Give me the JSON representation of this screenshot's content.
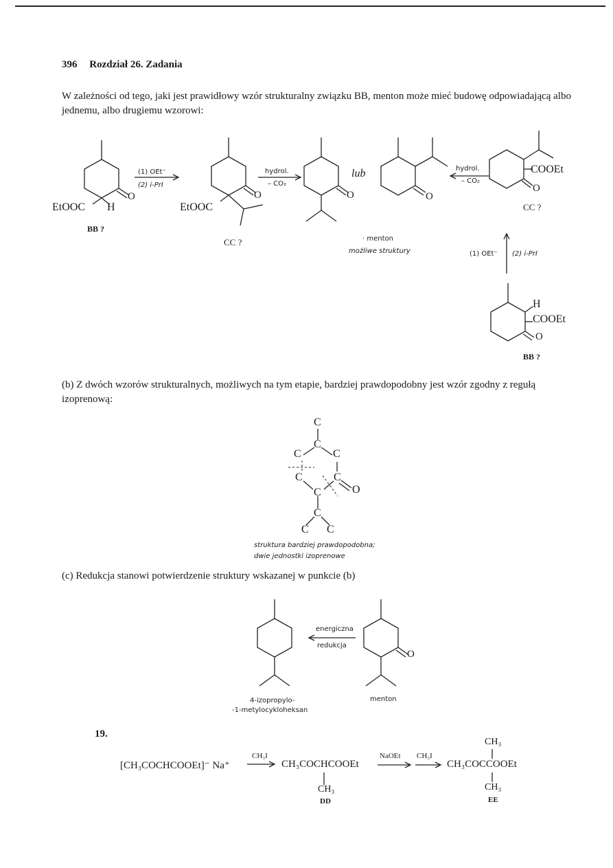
{
  "header": {
    "page_number": "396",
    "chapter": "Rozdział 26. Zadania"
  },
  "intro": {
    "text": "W zależności od tego, jaki jest prawidłowy wzór strukturalny związku BB, menton może mieć budowę odpowiadającą albo jednemu, albo drugiemu wzorowi:"
  },
  "scheme1": {
    "etooc": "EtOOC",
    "h": "H",
    "o": "O",
    "cooet": "COOEt",
    "bb_label": "BB ?",
    "cc_label": "CC ?",
    "reagent1": "(1) OEt⁻",
    "reagent2": "(2) i-PrI",
    "hydrol": "hydrol.",
    "minus_co2": "– CO₂",
    "lub": "lub",
    "menton": "· menton",
    "mozliwe": "możliwe struktury",
    "down_reagent1": "(1) OEt⁻",
    "down_reagent2": "(2) i-PrI"
  },
  "part_b": {
    "text": "(b) Z dwóch wzorów strukturalnych, możliwych na tym etapie, bardziej prawdopodobny jest wzór zgodny z regułą izoprenową:",
    "atom_c": "C",
    "atom_o": "O",
    "caption1": "struktura bardziej prawdopodobna;",
    "caption2": "dwie jednostki izoprenowe"
  },
  "part_c": {
    "text": "(c) Redukcja stanowi potwierdzenie struktury wskazanej w punkcie (b)",
    "reagent_top": "energiczna",
    "reagent_bottom": "redukcja",
    "o": "O",
    "product_line1": "4-izopropylo-",
    "product_line2": "-1-metylocykloheksan",
    "menton": "menton"
  },
  "problem19": {
    "number": "19.",
    "reactant": "[CH₃COCHCOOEt]⁻ Na⁺",
    "arrow1_reagent": "CH₃I",
    "dd_formula": "CH₃COCHCOOEt",
    "dd_ch3": "CH₃",
    "dd_label": "DD",
    "arrow2_reagent": "NaOEt",
    "arrow3_reagent": "CH₃I",
    "ee_formula": "CH₃COCCOOEt",
    "ee_ch3_top": "CH₃",
    "ee_ch3_bottom": "CH₃",
    "ee_label": "EE"
  }
}
